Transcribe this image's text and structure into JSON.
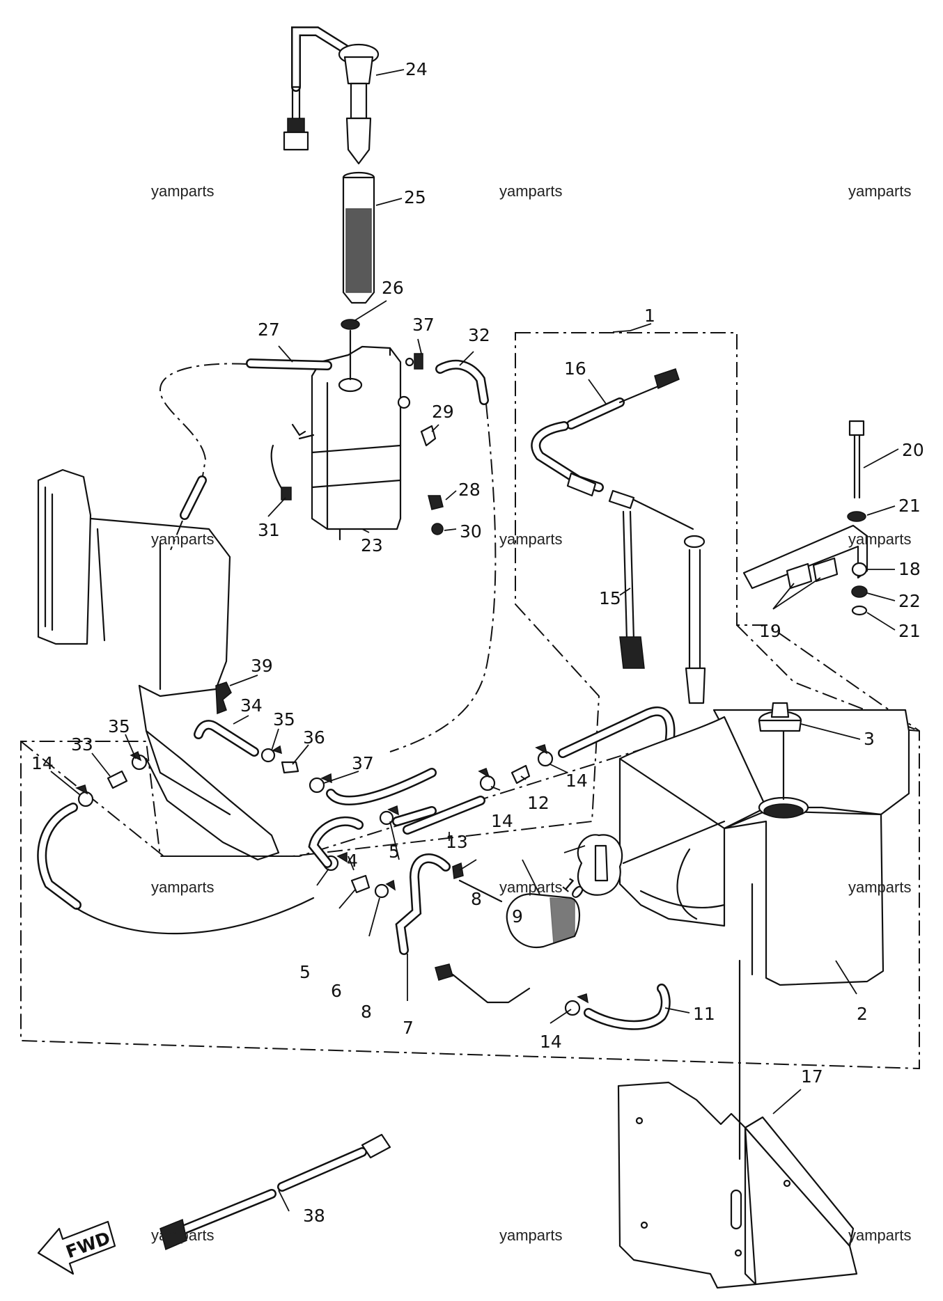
{
  "watermarks": [
    "yamparts",
    "yamparts",
    "yamparts",
    "yamparts",
    "yamparts",
    "yamparts",
    "yamparts",
    "yamparts",
    "yamparts",
    "yamparts",
    "yamparts",
    "yamparts"
  ],
  "part_numbers": {
    "p1": "1",
    "p2": "2",
    "p3": "3",
    "p4": "4",
    "p5a": "5",
    "p5b": "5",
    "p6": "6",
    "p7": "7",
    "p8a": "8",
    "p8b": "8",
    "p9": "9",
    "p10": "10",
    "p11": "11",
    "p12": "12",
    "p13": "13",
    "p14a": "14",
    "p14b": "14",
    "p14c": "14",
    "p14d": "14",
    "p15": "15",
    "p16": "16",
    "p17": "17",
    "p18": "18",
    "p19": "19",
    "p20": "20",
    "p21a": "21",
    "p21b": "21",
    "p22": "22",
    "p23": "23",
    "p24": "24",
    "p25": "25",
    "p26": "26",
    "p27": "27",
    "p28": "28",
    "p29": "29",
    "p30": "30",
    "p31": "31",
    "p32": "32",
    "p33": "33",
    "p34": "34",
    "p35a": "35",
    "p35b": "35",
    "p36": "36",
    "p37a": "37",
    "p37b": "37",
    "p38": "38",
    "p39": "39"
  },
  "fwd_label": "FWD"
}
